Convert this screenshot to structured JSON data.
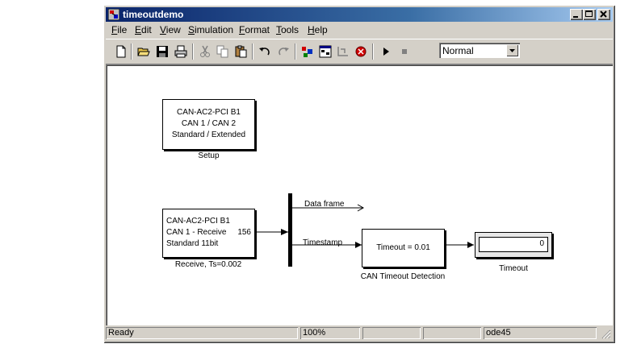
{
  "window": {
    "title": "timeoutdemo",
    "controls": {
      "minimize": "minimize-icon",
      "maximize": "maximize-icon",
      "close": "close-icon"
    }
  },
  "menubar": {
    "items": [
      {
        "label": "File"
      },
      {
        "label": "Edit"
      },
      {
        "label": "View"
      },
      {
        "label": "Simulation"
      },
      {
        "label": "Format"
      },
      {
        "label": "Tools"
      },
      {
        "label": "Help"
      }
    ]
  },
  "toolbar": {
    "icons": [
      "new-file-icon",
      "open-folder-icon",
      "save-icon",
      "print-icon",
      "cut-icon",
      "copy-icon",
      "paste-icon",
      "undo-icon",
      "redo-icon",
      "library-browser-icon",
      "model-browser-icon",
      "debug-icon",
      "build-icon",
      "play-icon",
      "stop-icon"
    ],
    "sim_mode": "Normal"
  },
  "diagram": {
    "setup_block": {
      "lines": [
        "CAN-AC2-PCI B1",
        "CAN 1 / CAN 2",
        "Standard / Extended"
      ],
      "label": "Setup"
    },
    "receive_block": {
      "lines": [
        "CAN-AC2-PCI B1",
        "CAN 1 - Receive",
        "Standard 11bit"
      ],
      "port_value": "156",
      "label": "Receive, Ts=0.002"
    },
    "signals": {
      "data_frame": "Data frame",
      "timestamp": "Timestamp"
    },
    "timeout_detection": {
      "text": "Timeout = 0.01",
      "label": "CAN Timeout Detection"
    },
    "display": {
      "value": "0",
      "label": "Timeout"
    }
  },
  "statusbar": {
    "status": "Ready",
    "zoom": "100%",
    "solver": "ode45"
  },
  "colors": {
    "title_start": "#0a246a",
    "title_end": "#a6caf0",
    "face": "#d4d0c8"
  }
}
